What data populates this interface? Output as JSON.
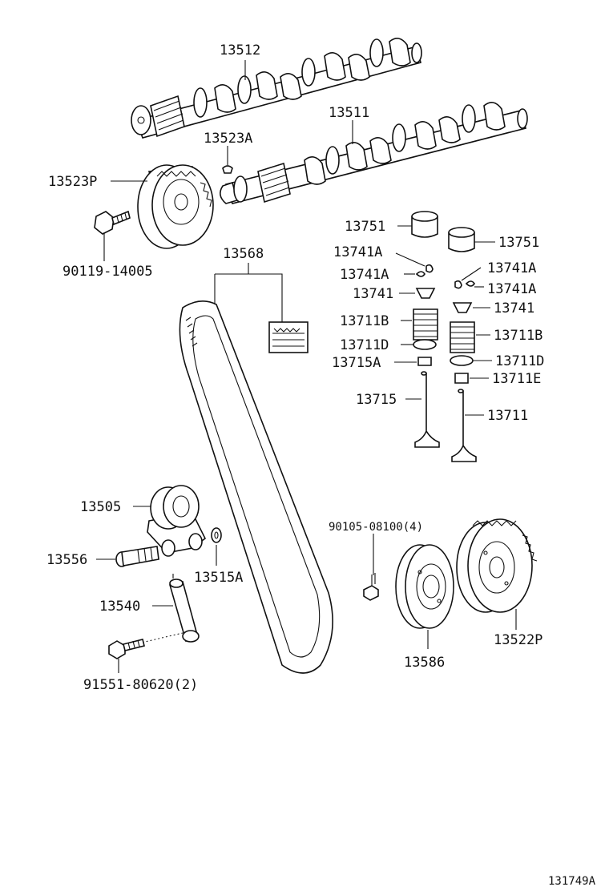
{
  "figure_id": "131749A",
  "labels": {
    "camshaft_intake": "13512",
    "camshaft_exhaust": "13511",
    "camshaft_pin": "13523A",
    "cam_pulley": "13523P",
    "cam_pulley_bolt": "90119-14005",
    "timing_belt": "13568",
    "lifter_left": "13751",
    "lifter_right": "13751",
    "keeper_left_1": "13741A",
    "keeper_left_2": "13741A",
    "retainer_left": "13741",
    "spring_left": "13711B",
    "seat_left": "13711D",
    "seal_left": "13715A",
    "valve_left": "13715",
    "keeper_right_1": "13741A",
    "keeper_right_2": "13741A",
    "retainer_right": "13741",
    "spring_right": "13711B",
    "seat_right": "13711D",
    "seal_right": "13711E",
    "valve_right": "13711",
    "idler_pulley": "13505",
    "idler_bolt": "13556",
    "spacer": "13515A",
    "tensioner": "13540",
    "tensioner_bolt": "91551-80620(2)",
    "crank_bolt": "90105-08100(4)",
    "crank_plate": "13586",
    "crank_pulley": "13522P"
  }
}
